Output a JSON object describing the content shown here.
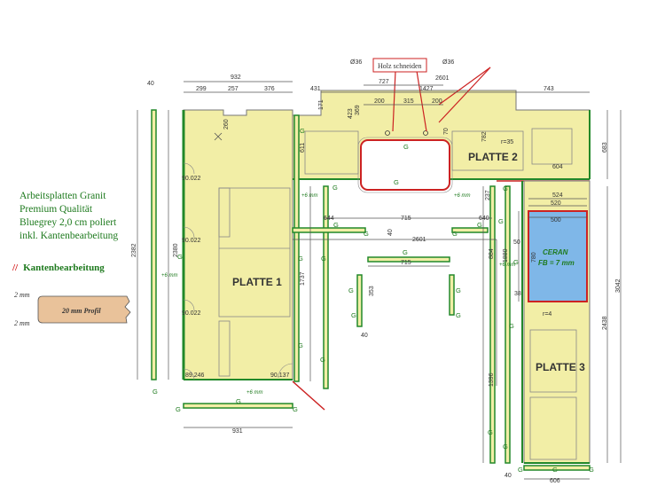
{
  "legend": {
    "lines": [
      "Arbeitsplatten Granit",
      "Premium Qualität",
      "Bluegrey 2,0 cm poliert",
      "inkl. Kantenbearbeitung"
    ],
    "kanten_mark": "//",
    "kanten_label": "Kantenbearbeitung",
    "profile_label": "20 mm Profil",
    "profile_top": "2 mm",
    "profile_bottom": "2 mm"
  },
  "plates": {
    "p1": "PLATTE 1",
    "p2": "PLATTE 2",
    "p3": "PLATTE 3"
  },
  "cutouts": {
    "holz": "Holz schneiden",
    "ceran_1": "CERAN",
    "ceran_2": "FB = 7 mm"
  },
  "marks": {
    "g": "G",
    "plus6": "+6 mm"
  },
  "dims": {
    "d40a": "40",
    "d932": "932",
    "d299": "299",
    "d257": "257",
    "d376": "376",
    "d431": "431",
    "d727": "727",
    "d1427": "1427",
    "d2601a": "2601",
    "d743": "743",
    "o36a": "Ø36",
    "o36b": "Ø36",
    "d171": "171",
    "d423": "423",
    "d369": "369",
    "d200a": "200",
    "d315": "315",
    "d200b": "200",
    "d70": "70",
    "d782": "782",
    "r35": "r=35",
    "d683": "683",
    "d260": "260",
    "d611": "611",
    "d604": "604",
    "d2382": "2382",
    "d2380": "2380",
    "a90_1": "90.022",
    "a90_2": "90.022",
    "a90_3": "90.022",
    "a89": "89.246",
    "a90_4": "90.137",
    "d644": "644",
    "d715a": "715",
    "d640": "640",
    "d40b": "40",
    "d2601b": "2601",
    "d237": "237",
    "d524": "524",
    "d520": "520",
    "d500": "500",
    "d50": "50",
    "d780": "780",
    "d38": "38",
    "r4": "r=4",
    "d715b": "715",
    "d353": "353",
    "d40c": "40",
    "d1737": "1737",
    "d884": "884",
    "d1880": "1880",
    "d1396": "1396",
    "d2438": "2438",
    "d3042": "3042",
    "d931": "931",
    "d40d": "40",
    "d606": "606"
  }
}
